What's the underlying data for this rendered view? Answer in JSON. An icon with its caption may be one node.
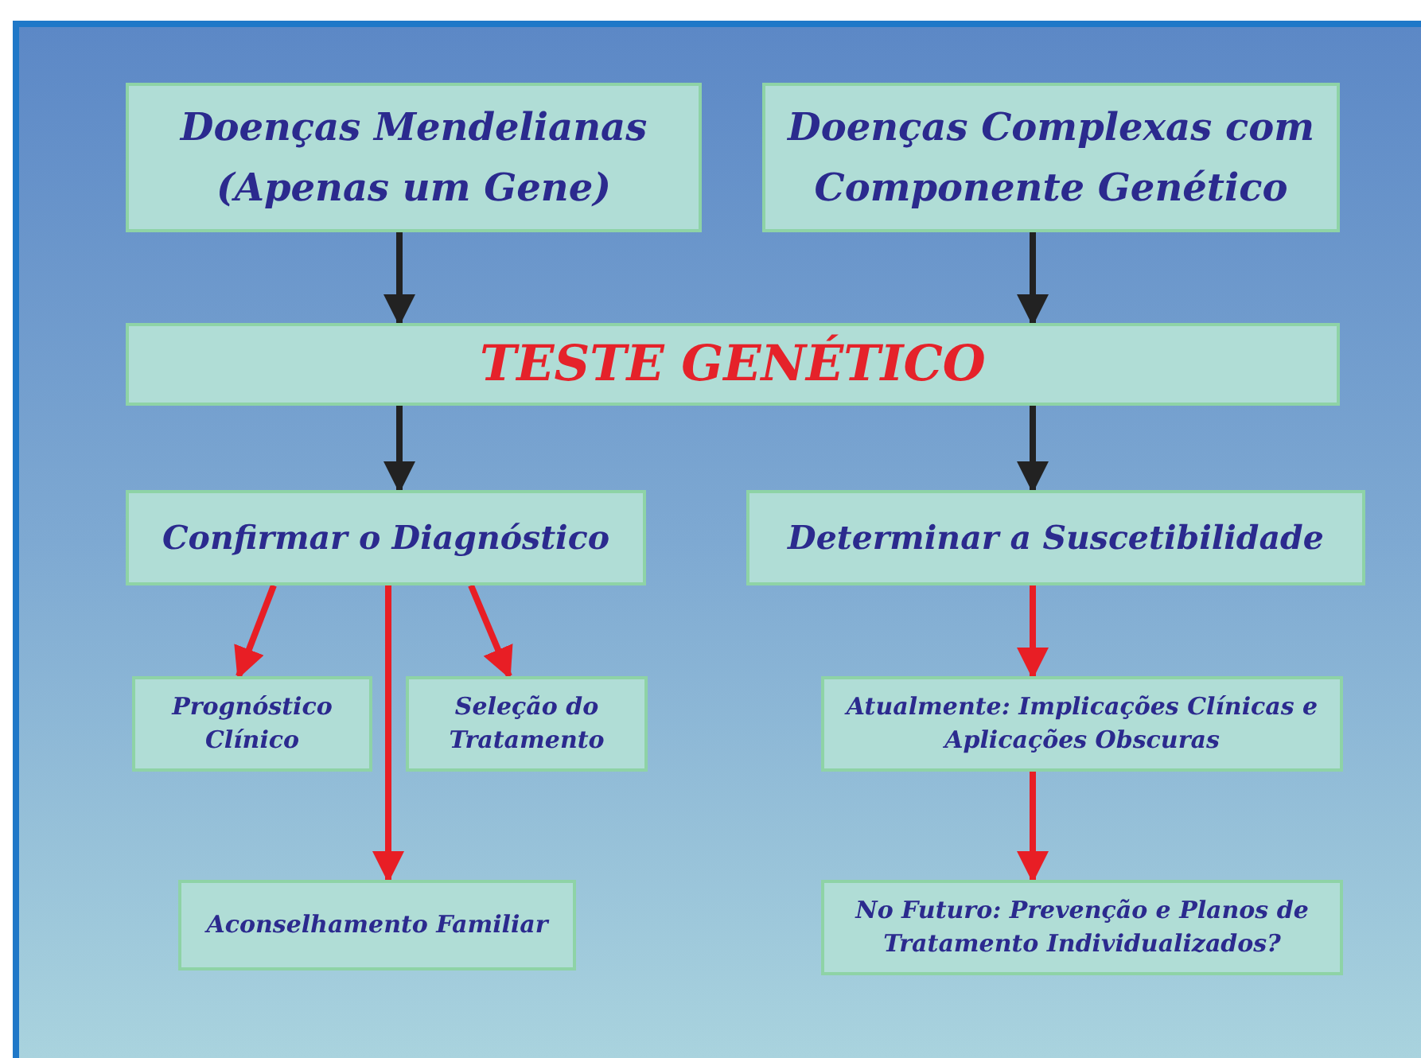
{
  "diagram": {
    "nodes": [
      {
        "text": [
          "Doenças Mendelianas (Apenas um Gene)"
        ]
      },
      {
        "text": [
          "Doenças Complexas com Componente Genético"
        ]
      },
      {
        "text": [
          "TESTE GENÉTICO"
        ]
      },
      {
        "text": [
          "Confirmar o Diagnóstico"
        ]
      },
      {
        "text": [
          "Determinar a Suscetibilidade"
        ]
      },
      {
        "text": [
          "Prognóstico Clínico"
        ]
      },
      {
        "text": [
          "Seleção do Tratamento"
        ]
      },
      {
        "text": [
          "Atualmente: Implicações Clínicas e Aplicações Obscuras"
        ]
      },
      {
        "text": [
          "Aconselhamento Familiar"
        ]
      },
      {
        "text": [
          "No Futuro: Prevenção e Planos de Tratamento Individualizados?"
        ]
      }
    ],
    "edges": [
      {
        "from": 0,
        "to": 2,
        "arrow": "to",
        "color": "#222222"
      },
      {
        "from": 1,
        "to": 2,
        "arrow": "to",
        "color": "#222222"
      },
      {
        "from": 2,
        "to": 3,
        "arrow": "to",
        "color": "#222222"
      },
      {
        "from": 2,
        "to": 4,
        "arrow": "to",
        "color": "#222222"
      },
      {
        "from": 3,
        "to": 5,
        "arrow": "to"
      },
      {
        "from": 3,
        "to": 6,
        "arrow": "to"
      },
      {
        "from": 3,
        "to": 8,
        "arrow": "to"
      },
      {
        "from": 4,
        "to": 7,
        "arrow": "to"
      },
      {
        "from": 7,
        "to": 9,
        "arrow": "to"
      }
    ]
  }
}
